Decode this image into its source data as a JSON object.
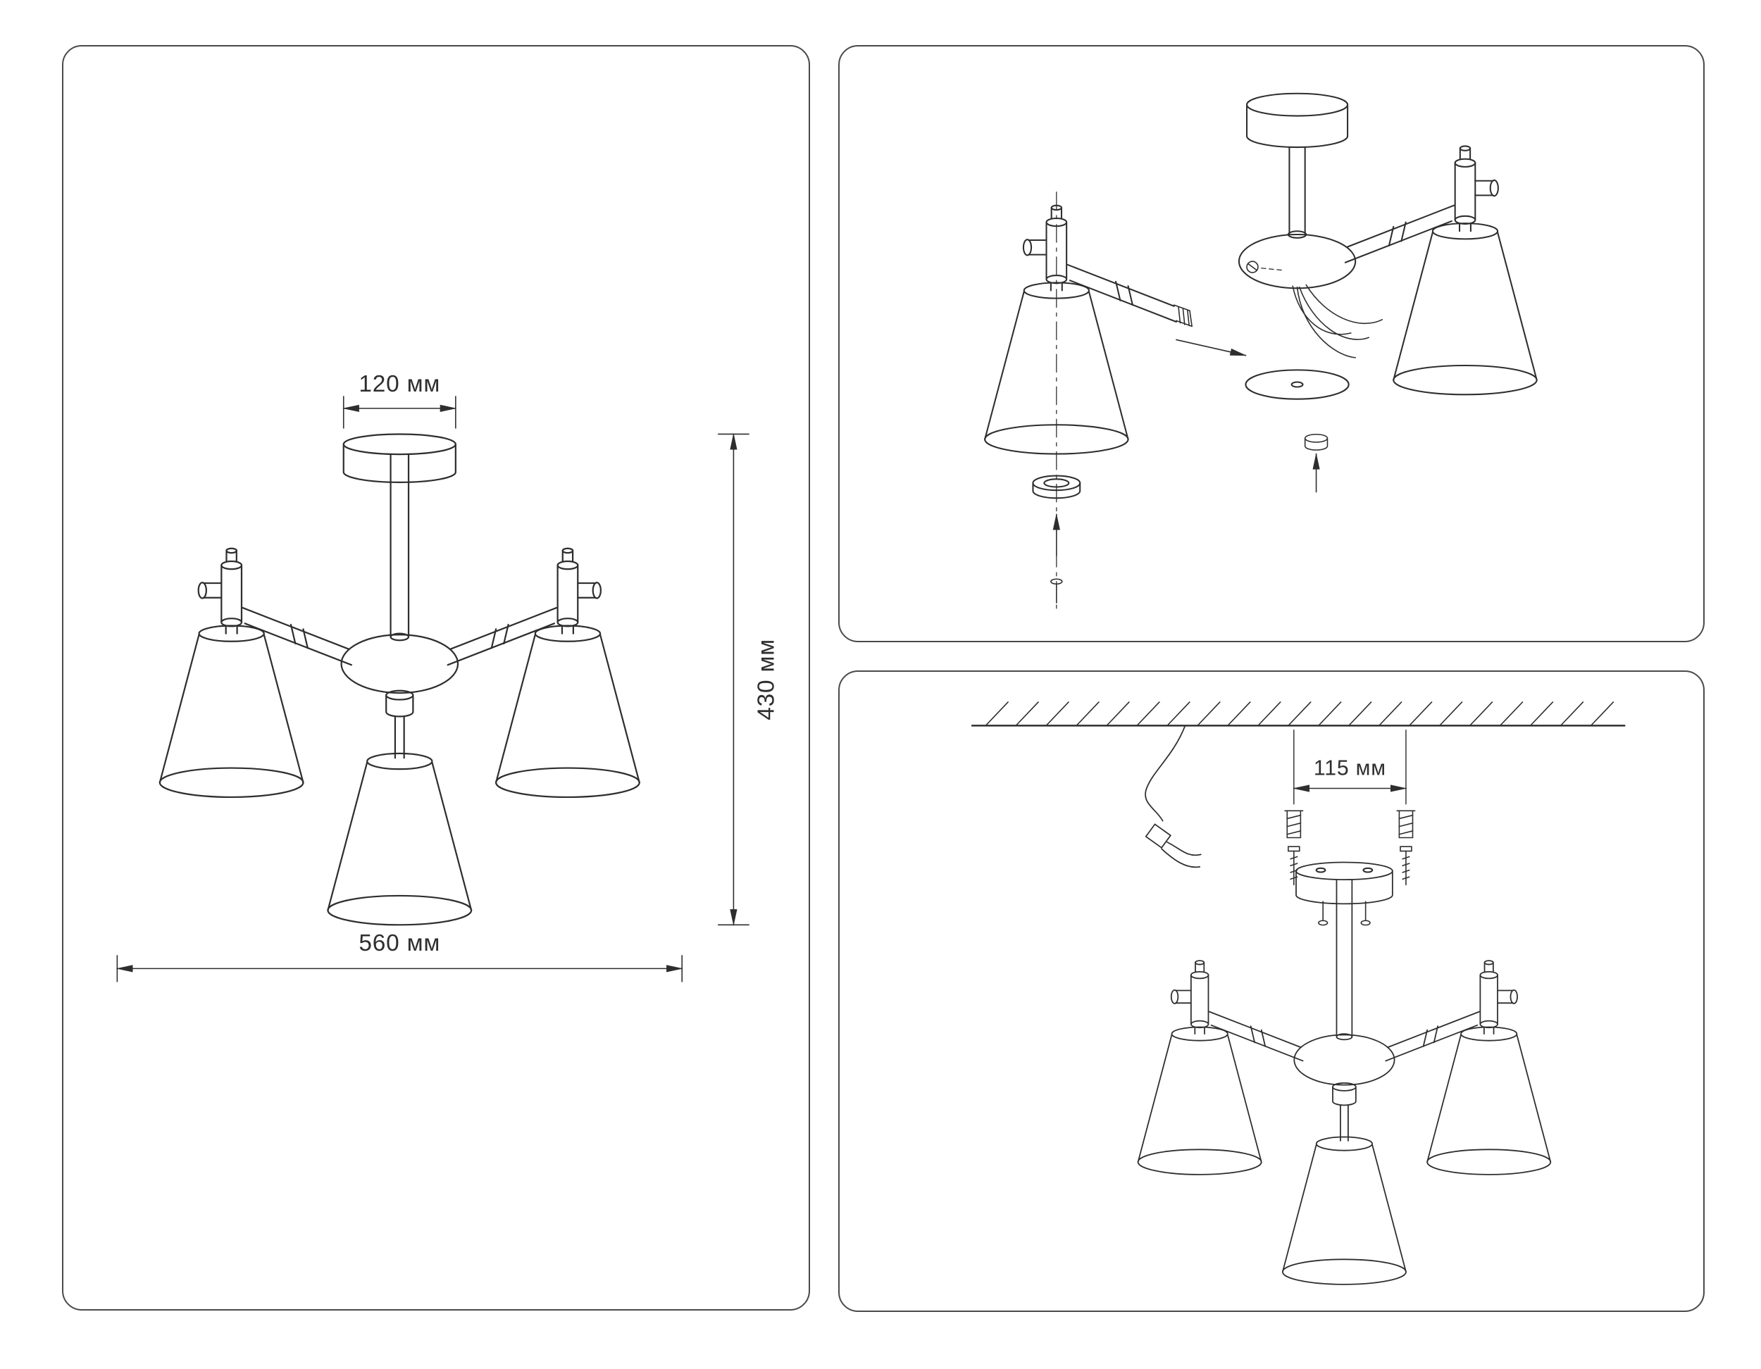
{
  "line_color": "#2e2e2e",
  "panels": {
    "dimensions": {
      "dim_canopy_width": "120 мм",
      "dim_total_height": "430 мм",
      "dim_total_width": "560 мм"
    },
    "assembly": {},
    "installation": {
      "dim_hole_spacing": "115 мм"
    }
  }
}
